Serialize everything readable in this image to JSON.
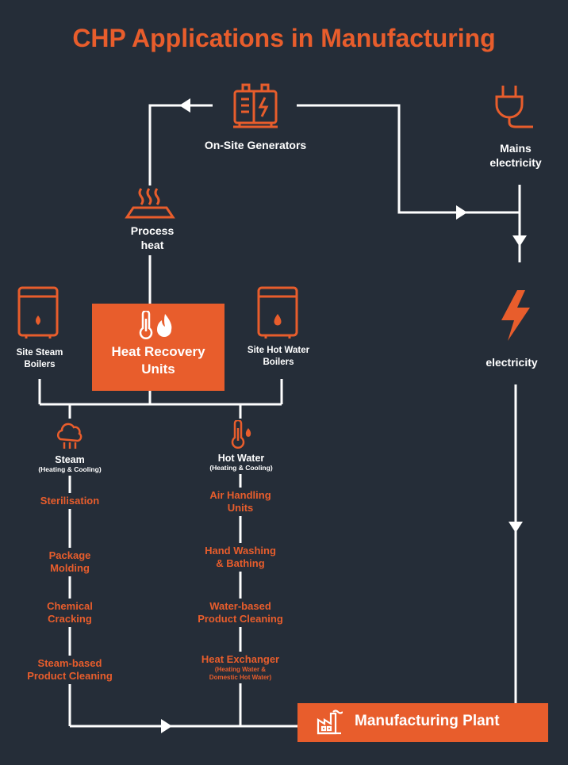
{
  "title": "CHP Applications in Manufacturing",
  "nodes": {
    "generators": "On-Site Generators",
    "mains_line1": "Mains",
    "mains_line2": "electricity",
    "process_line1": "Process",
    "process_line2": "heat",
    "hru_line1": "Heat Recovery",
    "hru_line2": "Units",
    "steam_boilers_line1": "Site Steam",
    "steam_boilers_line2": "Boilers",
    "hotwater_boilers_line1": "Site Hot Water",
    "hotwater_boilers_line2": "Boilers",
    "electricity": "electricity",
    "plant": "Manufacturing Plant"
  },
  "steam": {
    "title": "Steam",
    "subtitle": "(Heating & Cooling)",
    "items": [
      {
        "l1": "Sterilisation",
        "l2": ""
      },
      {
        "l1": "Package",
        "l2": "Molding"
      },
      {
        "l1": "Chemical",
        "l2": "Cracking"
      },
      {
        "l1": "Steam-based",
        "l2": "Product Cleaning"
      }
    ]
  },
  "hotwater": {
    "title": "Hot Water",
    "subtitle": "(Heating & Cooling)",
    "items": [
      {
        "l1": "Air Handling",
        "l2": "Units"
      },
      {
        "l1": "Hand Washing",
        "l2": "& Bathing"
      },
      {
        "l1": "Water-based",
        "l2": "Product Cleaning"
      },
      {
        "l1": "Heat Exchanger",
        "l2": ""
      }
    ],
    "exchanger_note1": "(Heating Water &",
    "exchanger_note2": "Domestic Hot Water)"
  },
  "colors": {
    "background": "#252d38",
    "accent": "#e85d2c",
    "line": "#ffffff"
  }
}
